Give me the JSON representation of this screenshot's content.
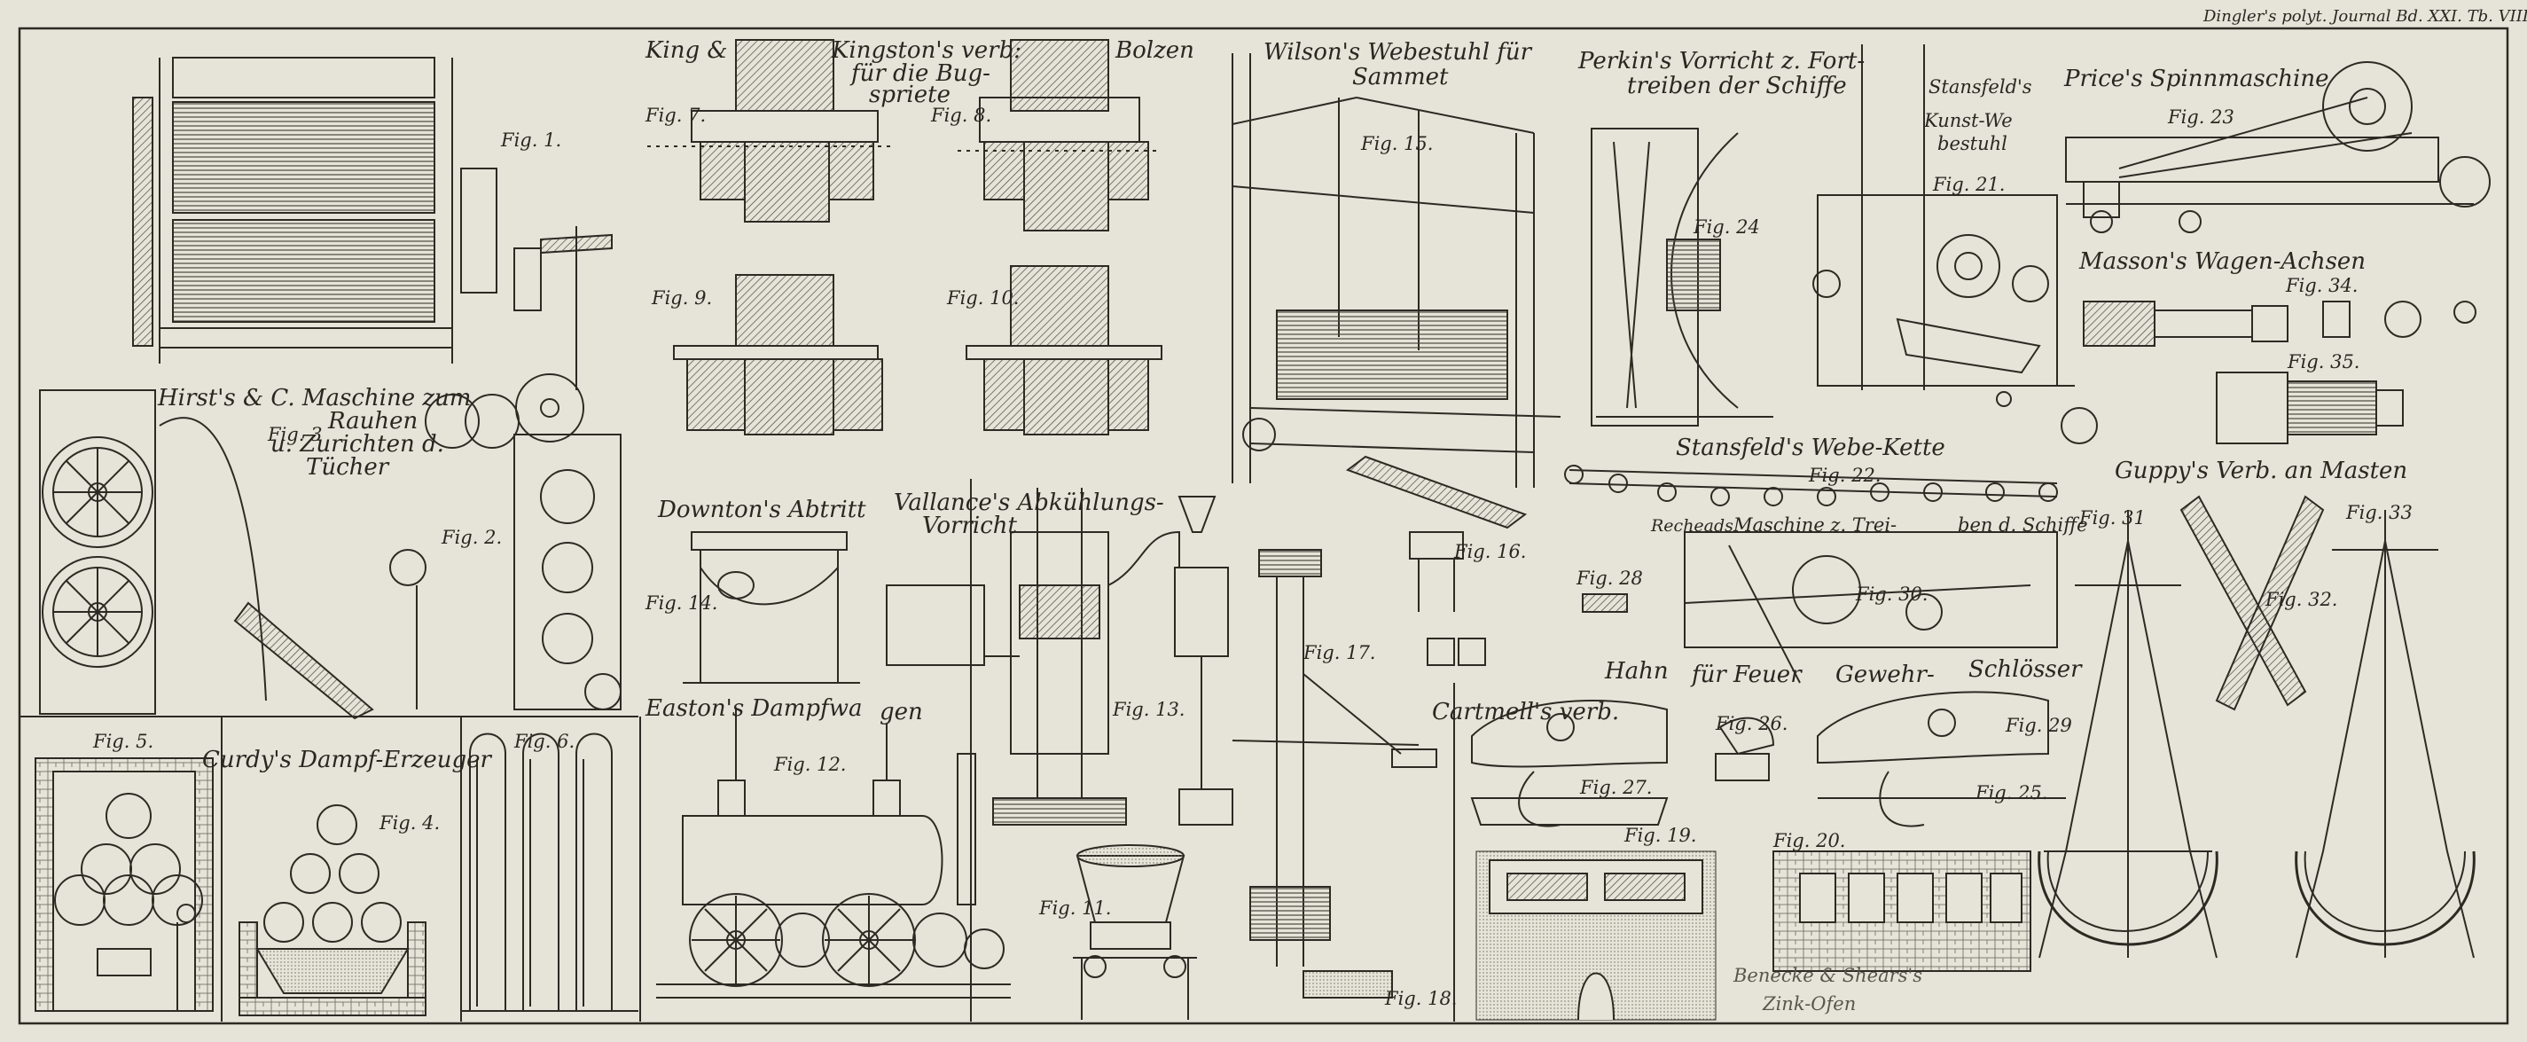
{
  "header": "Dingler's polyt. Journal Bd. XXI. Tb. VIII.",
  "titles": {
    "hirst_1": "Hirst's & C. Maschine zum",
    "hirst_2": "Rauhen",
    "hirst_3": "u. Zurichten d.",
    "hirst_4": "Tücher",
    "king_1": "King &",
    "king_2": "Kingston's verb:",
    "king_3": "für die Bug-",
    "king_4": "spriete",
    "bolzen": "Bolzen",
    "wilson_1": "Wilson's Webestuhl für",
    "wilson_2": "Sammet",
    "perkin_1": "Perkin's Vorricht z. Fort-",
    "perkin_2": "treiben der Schiffe",
    "stansfeld_kunst_1": "Stansfeld's",
    "stansfeld_kunst_2": "Kunst-We",
    "stansfeld_kunst_3": "bestuhl",
    "price": "Price's Spinnmaschine",
    "masson": "Masson's Wagen-Achsen",
    "stansfeld_kette": "Stansfeld's Webe-Kette",
    "guppy": "Guppy's Verb. an Masten",
    "downton": "Downton's Abtritt",
    "vallance_1": "Vallance's Abkühlungs-",
    "vallance_2": "Vorricht",
    "rechead_1": "Recheads",
    "rechead_2": "Maschine z. Trei-",
    "rechead_3": "ben d. Schiffe",
    "cartmell_1": "Cartmell's verb.",
    "cartmell_2": "Hahn",
    "cartmell_3": "für Feuer",
    "cartmell_4": "Gewehr-",
    "cartmell_5": "Schlösser",
    "easton_1": "Easton's Dampfwa",
    "easton_2": "gen",
    "curdy": "Curdy's Dampf-Erzeuger",
    "benecke_1": "Benecke & Shears's",
    "benecke_2": "Zink-Ofen"
  },
  "figures": {
    "fig1": "Fig. 1.",
    "fig2": "Fig. 2.",
    "fig3": "Fig. 3",
    "fig4": "Fig. 4.",
    "fig5": "Fig. 5.",
    "fig6": "Fig. 6.",
    "fig7": "Fig. 7.",
    "fig8": "Fig. 8.",
    "fig9": "Fig. 9.",
    "fig10": "Fig. 10.",
    "fig11": "Fig. 11.",
    "fig12": "Fig. 12.",
    "fig13": "Fig. 13.",
    "fig14": "Fig. 14.",
    "fig15": "Fig. 15.",
    "fig16": "Fig. 16.",
    "fig17": "Fig. 17.",
    "fig18": "Fig. 18.",
    "fig19": "Fig. 19.",
    "fig20": "Fig. 20.",
    "fig21": "Fig. 21.",
    "fig22": "Fig. 22.",
    "fig23": "Fig. 23",
    "fig24": "Fig. 24",
    "fig25": "Fig. 25.",
    "fig26": "Fig. 26.",
    "fig27": "Fig. 27.",
    "fig28": "Fig. 28",
    "fig29": "Fig. 29",
    "fig30": "Fig. 30.",
    "fig31": "Fig. 31",
    "fig32": "Fig. 32.",
    "fig33": "Fig. 33",
    "fig34": "Fig. 34.",
    "fig35": "Fig. 35."
  },
  "colors": {
    "paper": "#e6e4d8",
    "ink": "#2a2722",
    "background": "#b9b7a8"
  }
}
